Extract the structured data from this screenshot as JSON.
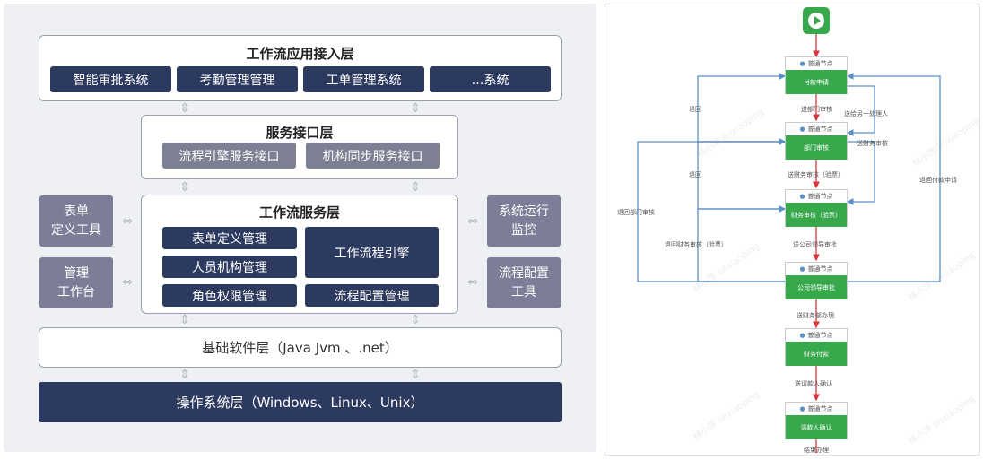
{
  "arch": {
    "app_layer": {
      "title": "工作流应用接入层",
      "items": [
        "智能审批系统",
        "考勤管理管理",
        "工单管理系统",
        "…系统"
      ]
    },
    "service_if_layer": {
      "title": "服务接口层",
      "items": [
        "流程引擎服务接口",
        "机构同步服务接口"
      ]
    },
    "wf_service_layer": {
      "title": "工作流服务层",
      "left_items": [
        "表单定义管理",
        "人员机构管理",
        "角色权限管理"
      ],
      "engine": "工作流程引擎",
      "config": "流程配置管理"
    },
    "left_tools": [
      "表单\n定义工具",
      "管理\n工作台"
    ],
    "right_tools": [
      "系统运行\n监控",
      "流程配置\n工具"
    ],
    "base_layer": "基础软件层（Java Jvm 、.net）",
    "os_layer": "操作系统层（Windows、Linux、Unix）",
    "arrow_v": "⇕",
    "arrow_h": "⇔"
  },
  "flow": {
    "colors": {
      "node": "#37a84b",
      "line_main": "#d9363e",
      "line_back": "#5b8fc7"
    },
    "node_header": "普通节点",
    "nodes": [
      "付款申请",
      "部门审核",
      "财务审核（验票）",
      "公司领导审批",
      "财务付款",
      "请款人确认"
    ],
    "edge_labels": {
      "to_dept": "送部门审核",
      "to_finance": "送财务审核（验票）",
      "to_leader": "送公司领导审批",
      "to_pay": "送财务部办理",
      "to_confirm": "送请款人确认",
      "end": "结束办理",
      "to_other_handler": "送给另一处理人",
      "to_finance_audit": "送财务审核"
    },
    "back_labels": {
      "back1": "退回",
      "back2": "退回",
      "back_dept": "退回部门审核",
      "back_apply": "退回付款申请",
      "back_finance": "退回财务审核（验票）"
    },
    "watermark": "林小萍 linxiaoping"
  }
}
